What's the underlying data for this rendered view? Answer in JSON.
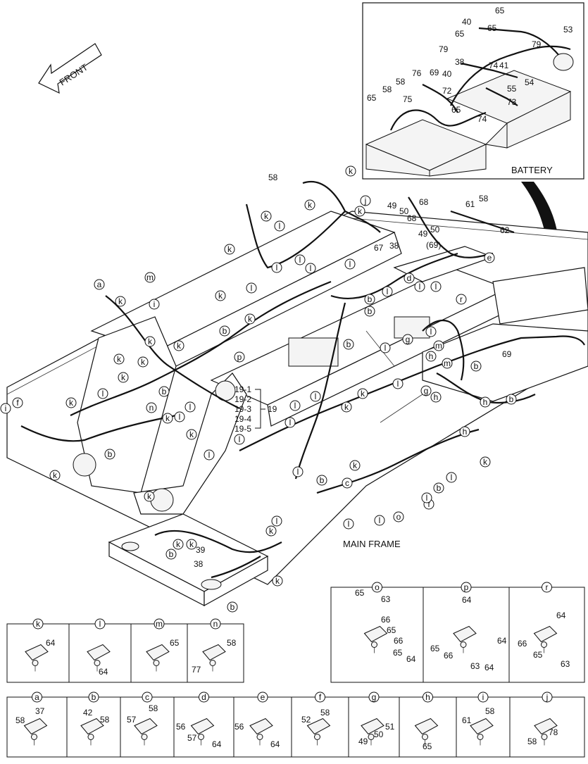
{
  "front_label": "FRONT",
  "battery_label": "BATTERY",
  "main_frame_label": "MAIN FRAME",
  "subparts": {
    "labels": [
      "19-1",
      "19-2",
      "19-3",
      "19-4",
      "19-5"
    ],
    "parent": "19"
  },
  "battery_callouts": [
    "65",
    "40",
    "65",
    "53",
    "65",
    "79",
    "79",
    "38",
    "74",
    "41",
    "40",
    "54",
    "58",
    "76",
    "69",
    "55",
    "65",
    "58",
    "75",
    "72",
    "73",
    "65",
    "74"
  ],
  "main_callouts": [
    "58",
    "49",
    "50",
    "68",
    "61",
    "58",
    "68",
    "49",
    "50",
    "62",
    "38",
    "(69)",
    "67",
    "69",
    "39",
    "38"
  ],
  "letter_callouts": [
    "a",
    "b",
    "c",
    "d",
    "e",
    "f",
    "g",
    "h",
    "i",
    "j",
    "k",
    "l",
    "m",
    "n",
    "o",
    "p",
    "r"
  ],
  "detail_row_top": [
    {
      "letter": "k",
      "parts": [
        "64"
      ]
    },
    {
      "letter": "l",
      "parts": [
        "64"
      ]
    },
    {
      "letter": "m",
      "parts": [
        "65"
      ]
    },
    {
      "letter": "n",
      "parts": [
        "58",
        "77"
      ]
    }
  ],
  "detail_row_right": [
    {
      "letter": "o",
      "parts": [
        "65",
        "63",
        "66",
        "65",
        "66",
        "65",
        "64"
      ]
    },
    {
      "letter": "p",
      "parts": [
        "64",
        "65",
        "66",
        "64",
        "63",
        "64"
      ]
    },
    {
      "letter": "r",
      "parts": [
        "64",
        "66",
        "65",
        "63"
      ]
    }
  ],
  "detail_row_bottom": [
    {
      "letter": "a",
      "parts": [
        "37",
        "58"
      ]
    },
    {
      "letter": "b",
      "parts": [
        "42",
        "58"
      ]
    },
    {
      "letter": "c",
      "parts": [
        "58",
        "57"
      ]
    },
    {
      "letter": "d",
      "parts": [
        "56",
        "57",
        "64"
      ]
    },
    {
      "letter": "e",
      "parts": [
        "56",
        "64"
      ]
    },
    {
      "letter": "f",
      "parts": [
        "52",
        "58"
      ]
    },
    {
      "letter": "g",
      "parts": [
        "51",
        "49",
        "50"
      ]
    },
    {
      "letter": "h",
      "parts": [
        "65"
      ]
    },
    {
      "letter": "i",
      "parts": [
        "58",
        "61"
      ]
    },
    {
      "letter": "j",
      "parts": [
        "78",
        "58"
      ]
    }
  ]
}
